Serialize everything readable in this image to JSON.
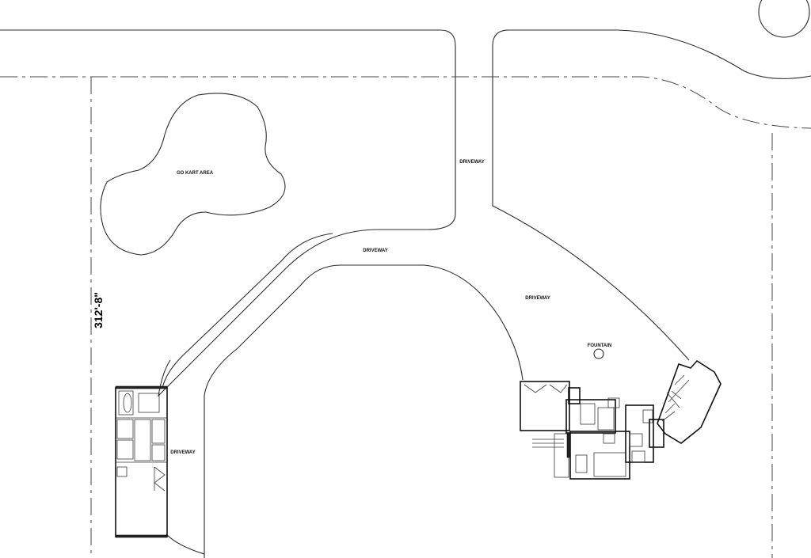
{
  "labels": {
    "go_kart_area": "GO KART AREA",
    "driveway_top": "DRIVEWAY",
    "driveway_middle": "DRIVEWAY",
    "driveway_right": "DRIVEWAY",
    "driveway_left": "DRIVEWAY",
    "fountain": "FOUNTAIN"
  },
  "dimensions": {
    "property_depth": "312'-8\""
  }
}
